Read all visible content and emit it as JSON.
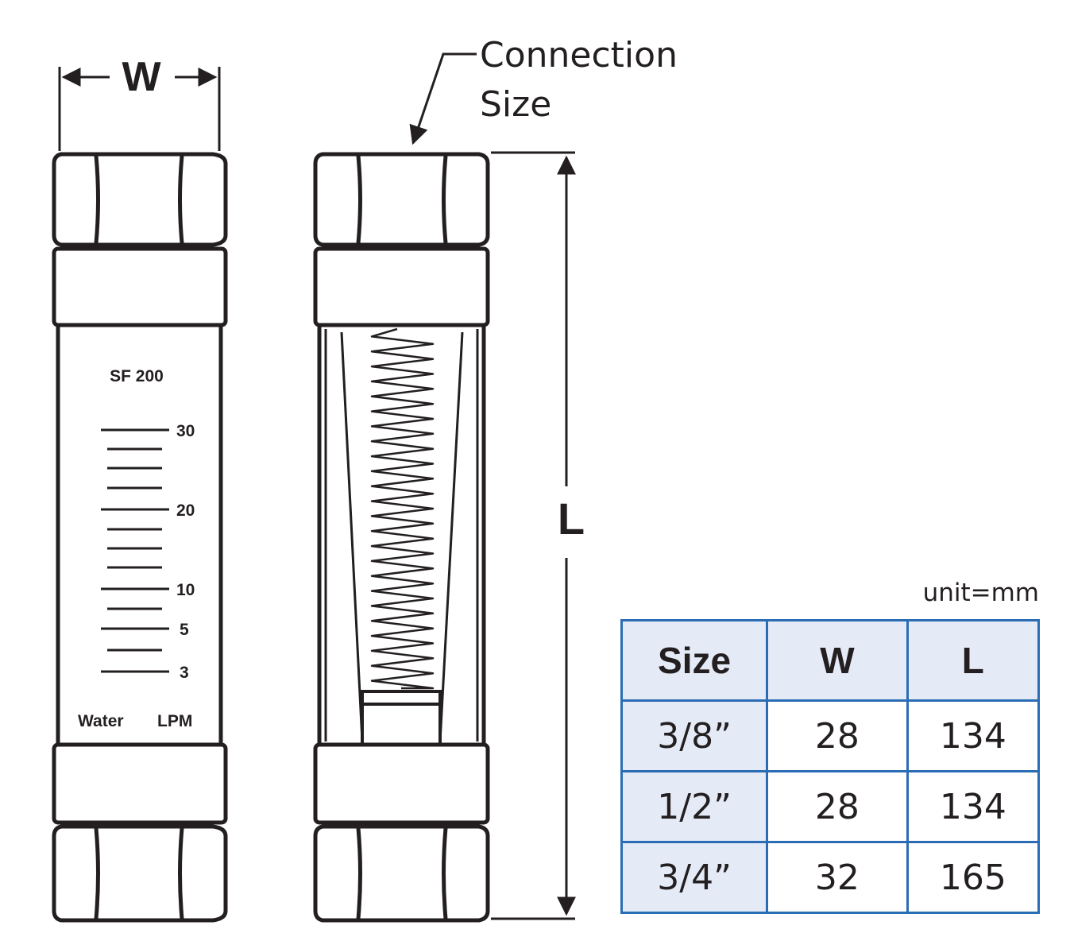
{
  "left_view": {
    "model": "SF 200",
    "scale_labels": [
      "30",
      "20",
      "10",
      "5",
      "3"
    ],
    "medium": "Water",
    "unit": "LPM"
  },
  "dimensions": {
    "width_label": "W",
    "length_label": "L",
    "connection_label_line1": "Connection",
    "connection_label_line2": "Size"
  },
  "table": {
    "unit_note": "unit=mm",
    "headers": [
      "Size",
      "W",
      "L"
    ],
    "rows": [
      [
        "3/8”",
        "28",
        "134"
      ],
      [
        "1/2”",
        "28",
        "134"
      ],
      [
        "3/4”",
        "32",
        "165"
      ]
    ]
  },
  "colors": {
    "line": "#231f20",
    "table_border": "#2a6db5",
    "table_fill": "#e4eaf6"
  }
}
